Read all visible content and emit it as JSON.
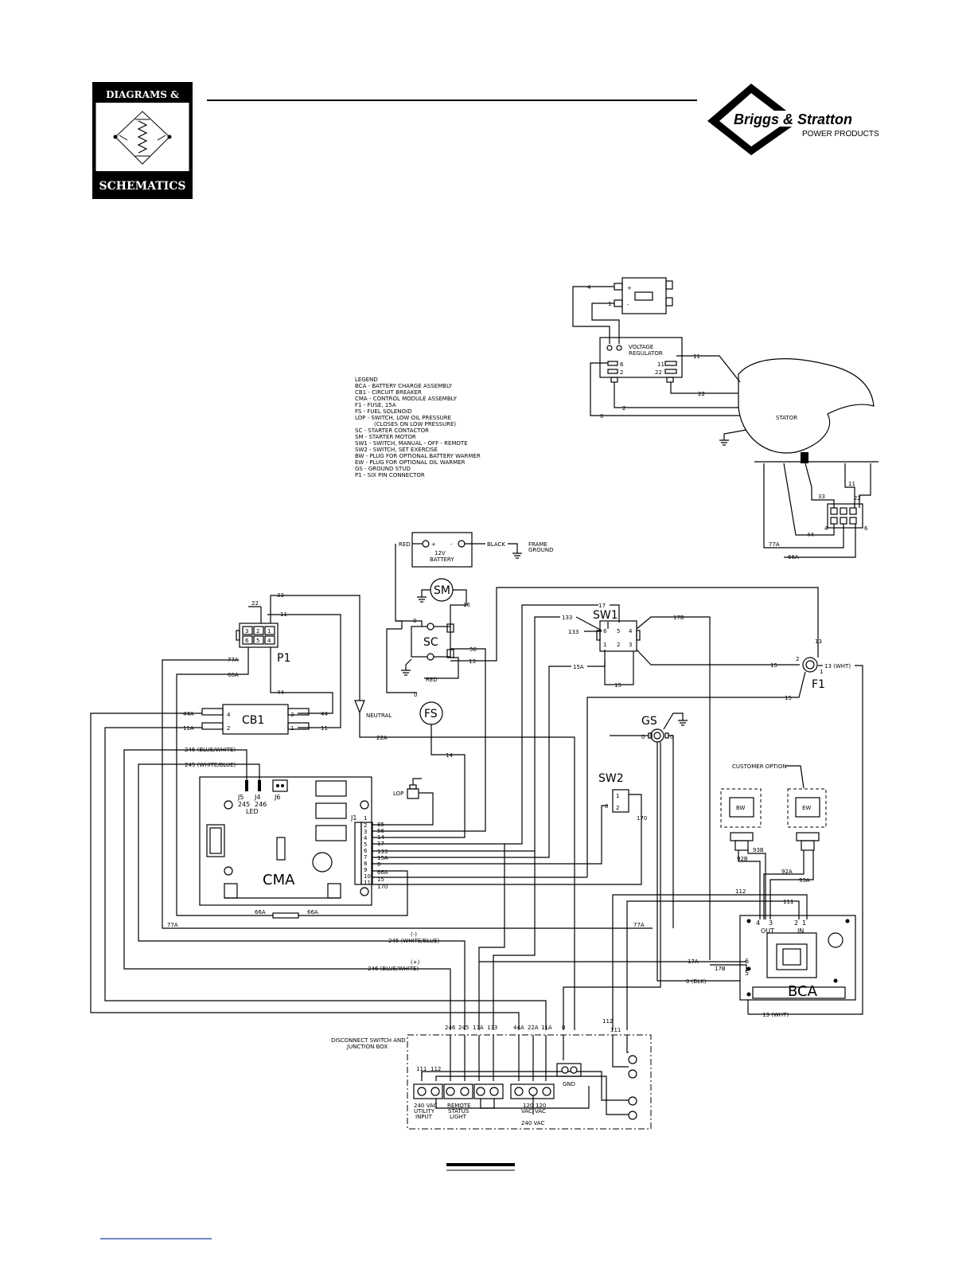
{
  "header": {
    "logo_top": "DIAGRAMS &",
    "logo_bottom": "SCHEMATICS",
    "brand_name": "Briggs & Stratton",
    "brand_sub": "POWER PRODUCTS"
  },
  "legend": {
    "title": "LEGEND",
    "items": [
      "BCA - BATTERY CHARGE ASSEMBLY",
      "CB1 - CIRCUIT BREAKER",
      "CMA - CONTROL MODULE ASSEMBLY",
      "F1 - FUSE, 15A",
      "FS - FUEL SOLENOID",
      "LOP - SWITCH, LOW OIL PRESSURE",
      "(CLOSES ON LOW PRESSURE)",
      "SC - STARTER CONTACTOR",
      "SM - STARTER MOTOR",
      "SW1 - SWITCH, MANUAL - OFF - REMOTE",
      "SW2 - SWITCH, SET EXERCISE",
      "BW - PLUG FOR OPTIONAL BATTERY WARMER",
      "EW - PLUG FOR OPTIONAL OIL WARMER",
      "GS - GROUND STUD",
      "P1 - SIX PIN CONNECTOR"
    ]
  },
  "components": {
    "voltage_regulator": "VOLTAGE\nREGULATOR",
    "vr_line1": "VOLTAGE",
    "vr_line2": "REGULATOR",
    "stator": "STATOR",
    "battery_line1": "12V",
    "battery_line2": "BATTERY",
    "frame_ground_1": "FRAME",
    "frame_ground_2": "GROUND",
    "red": "RED",
    "black": "BLACK",
    "sm": "SM",
    "sc": "SC",
    "sw1": "SW1",
    "sw2": "SW2",
    "p1": "P1",
    "cb1": "CB1",
    "fs": "FS",
    "f1": "F1",
    "gs": "GS",
    "cma": "CMA",
    "bca": "BCA",
    "bw": "BW",
    "ew": "EW",
    "neutral": "NEUTRAL",
    "lop": "LOP",
    "customer_option": "CUSTOMER OPTION",
    "led": "LED",
    "j1": "J1",
    "j4": "J4",
    "j5": "J5",
    "j6": "J6",
    "out": "OUT",
    "in": "IN",
    "junction_box_1": "DISCONNECT SWITCH AND",
    "junction_box_2": "JUNCTION BOX",
    "gnd": "GND",
    "utility_1": "240 VAC",
    "utility_2": "UTILITY",
    "utility_3": "INPUT",
    "remote_1": "REMOTE",
    "remote_2": "STATUS",
    "remote_3": "LIGHT",
    "vac120a_1": "120",
    "vac120a_2": "VAC",
    "vac120b_1": "120",
    "vac120b_2": "VAC",
    "vac240": "240 VAC"
  },
  "wire_labels": {
    "w4": "4",
    "w1": "1",
    "w11": "11",
    "w22": "22",
    "w2": "2",
    "w6": "6",
    "w33": "33",
    "w44": "44",
    "w77a": "77A",
    "w66a": "66A",
    "w0": "0",
    "w16": "16",
    "w56": "56",
    "w13": "13",
    "w17": "17",
    "w133": "133",
    "w17b": "17B",
    "w15a": "15A",
    "w15": "15",
    "w13wht": "13 (WHT)",
    "w44a": "44A",
    "w11a": "11A",
    "w22a": "22A",
    "w14": "14",
    "w246bw": "246 (BLUE/WHITE)",
    "w245wb": "245 (WHITE/BLUE)",
    "w245": "245",
    "w246": "246",
    "w170": "170",
    "w85": "85",
    "w92b": "92B",
    "w93b": "93B",
    "w92a": "92A",
    "w93a": "93A",
    "w112": "112",
    "w111": "111",
    "w17a": "17A",
    "w0blk": "0 (BLK)",
    "minus": "(-)",
    "plus": "(+)",
    "w245wb2": "245 (WHITE/BLUE)",
    "w246bw2": "246 (BLUE/WHITE)",
    "bottom_labels": [
      "246",
      "245",
      "17A",
      "133",
      "44A",
      "22A",
      "11A",
      "0",
      "112",
      "111"
    ]
  }
}
